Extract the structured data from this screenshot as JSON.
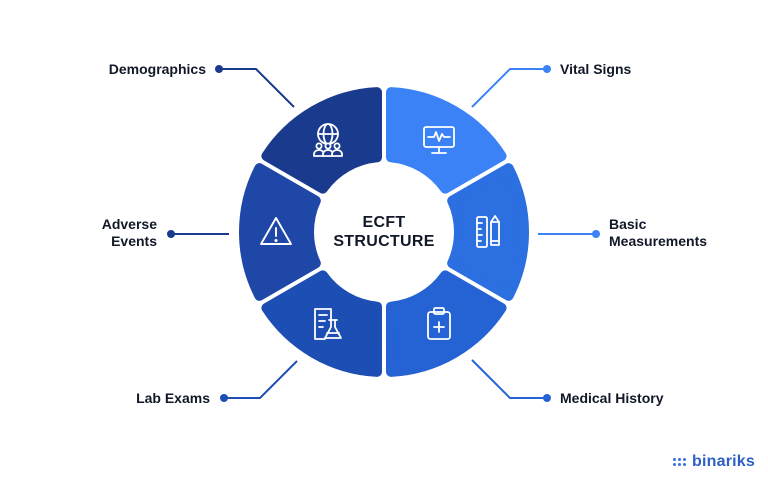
{
  "diagram": {
    "center_title_line1": "ECFT",
    "center_title_line2": "STRUCTURE",
    "segments": [
      {
        "label": "Demographics",
        "icon": "global-people-icon",
        "color": "#1a3a8e"
      },
      {
        "label": "Vital Signs",
        "icon": "monitor-heartbeat-icon",
        "color": "#3b82f6"
      },
      {
        "label": "Basic Measurements",
        "icon": "ruler-pencil-icon",
        "color": "#2b6fe0"
      },
      {
        "label": "Medical History",
        "icon": "clipboard-plus-icon",
        "color": "#2563d4"
      },
      {
        "label": "Lab Exams",
        "icon": "document-flask-icon",
        "color": "#1d4eb3"
      },
      {
        "label": "Adverse Events",
        "icon": "warning-triangle-icon",
        "color": "#1e47a8"
      }
    ],
    "labels": {
      "demographics": "Demographics",
      "vital_signs": "Vital Signs",
      "basic_line1": "Basic",
      "basic_line2": "Measurements",
      "medical_history": "Medical History",
      "lab_exams": "Lab Exams",
      "adverse_line1": "Adverse",
      "adverse_line2": "Events"
    }
  },
  "brand": {
    "logo_text": "binariks",
    "color": "#2f5fc4"
  },
  "colors": {
    "connector_dark": "#1a3a8e",
    "connector_light": "#3b82f6",
    "text": "#111827"
  }
}
